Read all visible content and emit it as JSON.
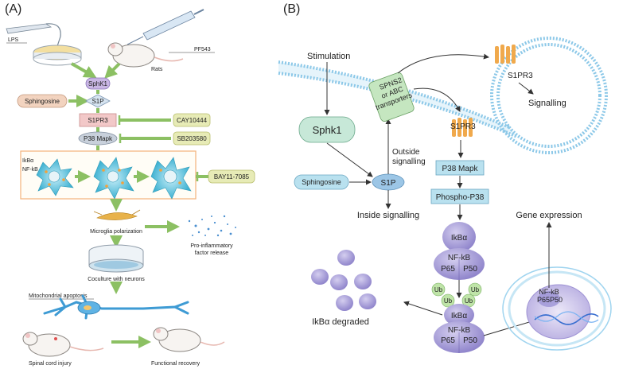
{
  "panel_a": {
    "label": "(A)",
    "lps": "LPS",
    "pf543": "PF543",
    "rats": "Rats",
    "sphk1": "SphK1",
    "sphingosine": "Sphingosine",
    "s1p": "S1P",
    "s1pr3": "S1PR3",
    "cay": "CAY10444",
    "p38": "P38 Mapk",
    "sb": "SB203580",
    "ikba": "IkBα",
    "nfkb": "NF-kB",
    "bay": "BAY11-7085",
    "microglia": "Microglia polarization",
    "proinflam_1": "Pro-inflammatory",
    "proinflam_2": "factor release",
    "coculture": "Coculture with neurons",
    "mito": "Mitochondrial apoptosis",
    "sci": "Spinal cord injury",
    "recovery": "Functional recovery"
  },
  "panel_b": {
    "label": "(B)",
    "stimulation": "Stimulation",
    "sphk1": "Sphk1",
    "sphingosine": "Sphingosine",
    "s1p": "S1P",
    "outside_1": "Outside",
    "outside_2": "signalling",
    "inside": "Inside signalling",
    "transporter_1": "SPNS2",
    "transporter_2": "or ABC",
    "transporter_3": "transporters",
    "s1pr3_membrane": "S1PR3",
    "s1pr3_vesicle": "S1PR3",
    "signalling": "Signalling",
    "p38": "P38 Mapk",
    "phospho": "Phospho-P38",
    "ikba_1": "IkBα",
    "nfkb_1": "NF-kB",
    "p65_1": "P65",
    "p50_1": "P50",
    "ub": "Ub",
    "ikba_2": "IkBα",
    "nfkb_2": "NF-kB",
    "p65_2": "P65",
    "p50_2": "P50",
    "degraded": "IkBα degraded",
    "gene": "Gene expression",
    "nfkb_nuc": "NF-kB",
    "p65_nuc": "P65",
    "p50_nuc": "P50"
  },
  "colors": {
    "green_arrow": "#8cc063",
    "cell_cyan": "#5fc3dd",
    "membrane_blue": "#9fd4ef",
    "purple": "#a99fd8",
    "box_cyan": "#b9e1ef"
  }
}
